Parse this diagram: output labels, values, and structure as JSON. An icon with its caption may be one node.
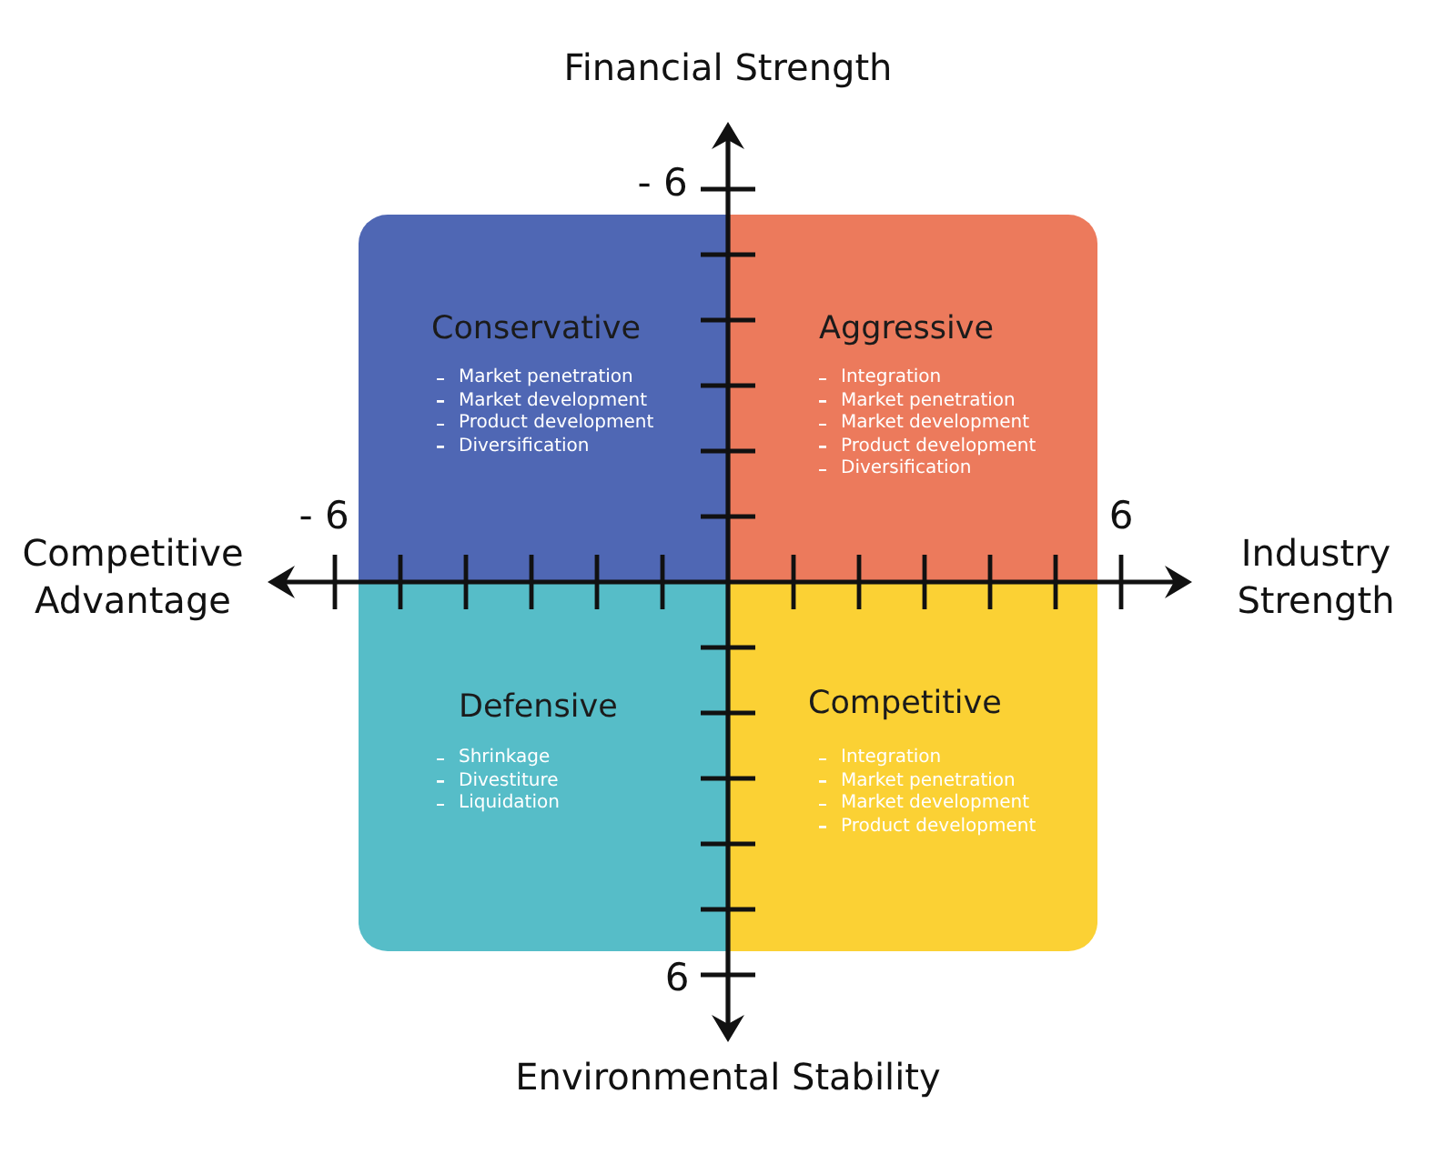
{
  "diagram": {
    "nodes": [
      {
        "text": [
          "Conservative",
          "Market penetration",
          "Market development",
          "Product development",
          "Diversification"
        ]
      },
      {
        "text": [
          "Aggressive",
          "Integration",
          "Market penetration",
          "Market development",
          "Product development",
          "Diversification"
        ]
      },
      {
        "text": [
          "Defensive",
          "Shrinkage",
          "Divestiture",
          "Liquidation"
        ]
      },
      {
        "text": [
          "Competitive",
          "Integration",
          "Market penetration",
          "Market development",
          "Product development"
        ]
      }
    ],
    "labels": [
      "Financial Strength",
      "- 6",
      "- 6",
      "6",
      "Competitive Advantage",
      "Industry Strength",
      "6",
      "Environmental Stability"
    ]
  }
}
